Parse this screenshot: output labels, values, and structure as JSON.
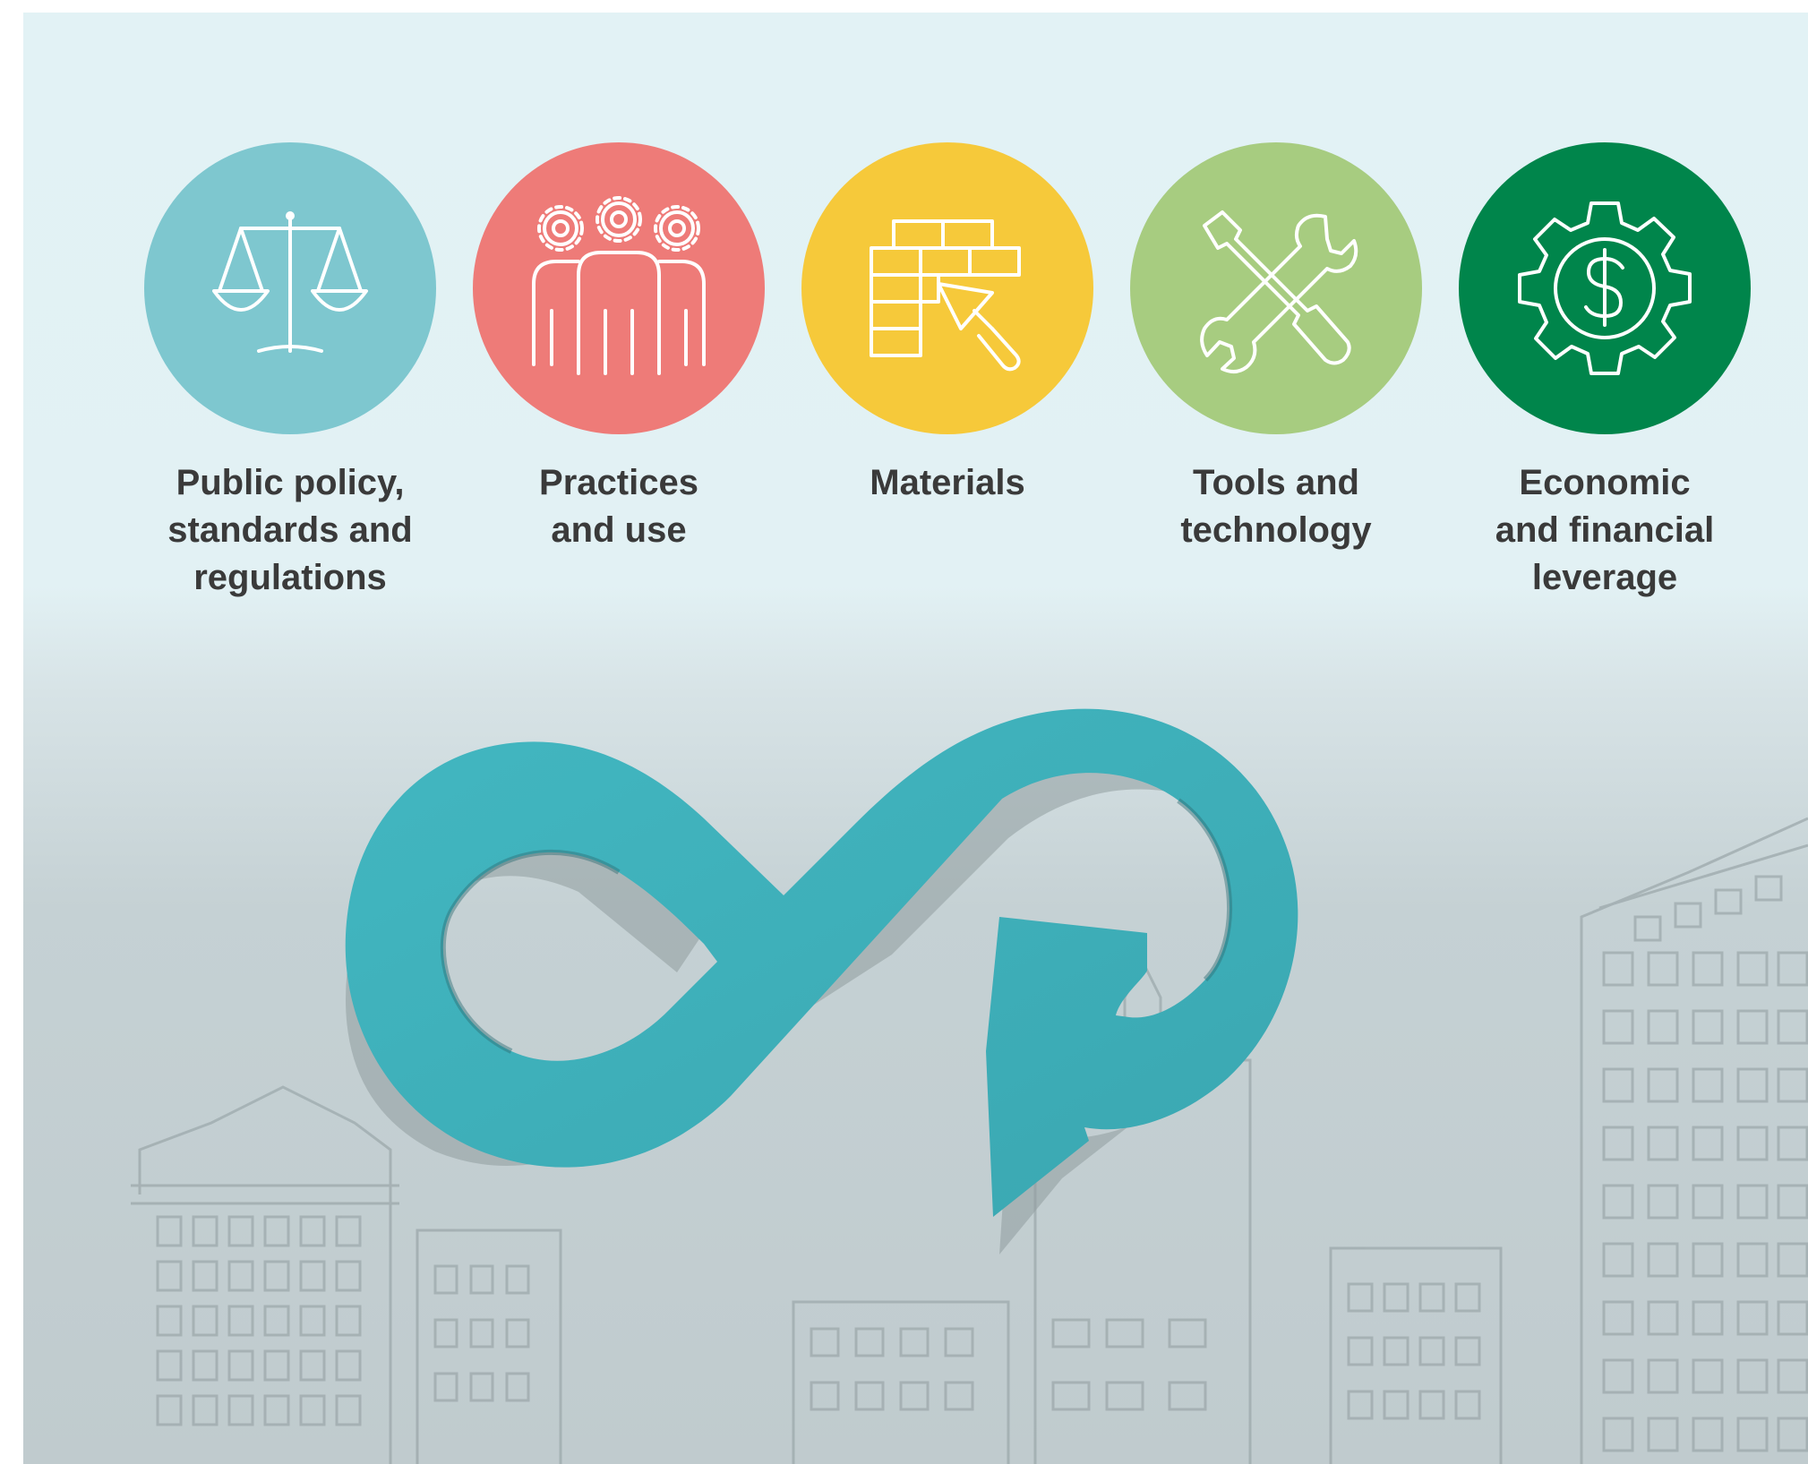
{
  "colors": {
    "policy": "#7ec7cf",
    "practices": "#ee7b78",
    "materials": "#f6c93a",
    "tools": "#a7cc80",
    "economic": "#00854b",
    "loop": "#3fb0ba"
  },
  "pillars": [
    {
      "label": "Public policy,\nstandards and\nregulations",
      "icon": "scales-icon"
    },
    {
      "label": "Practices\nand use",
      "icon": "people-gears-icon"
    },
    {
      "label": "Materials",
      "icon": "bricks-trowel-icon"
    },
    {
      "label": "Tools and\ntechnology",
      "icon": "wrench-screwdriver-icon"
    },
    {
      "label": "Economic\nand financial\nleverage",
      "icon": "gear-dollar-icon"
    }
  ],
  "illustration": {
    "icon": "circular-economy-loop-icon",
    "background": "sketched-buildings"
  }
}
